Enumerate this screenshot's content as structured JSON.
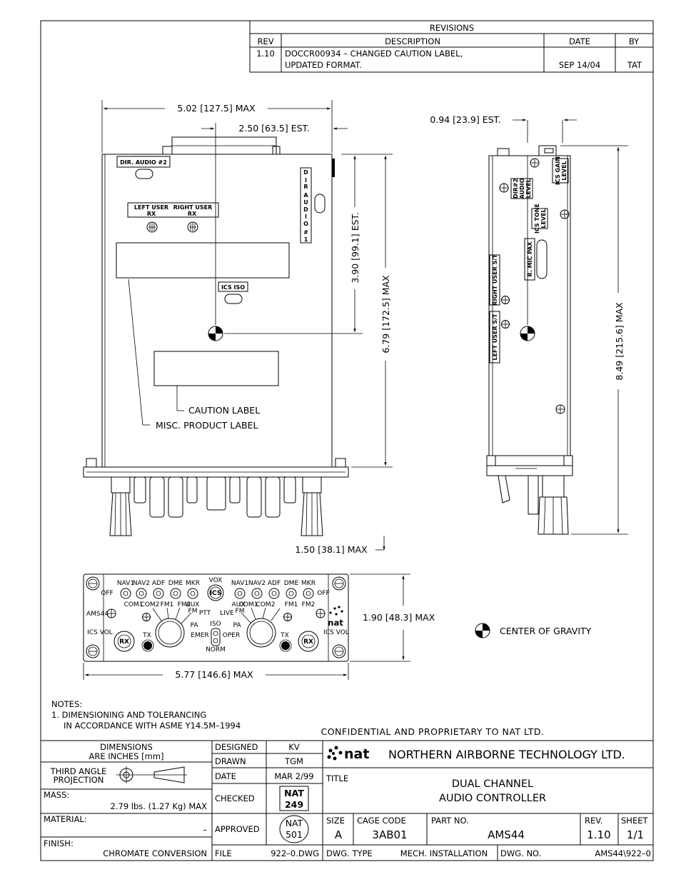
{
  "revisions": {
    "title": "REVISIONS",
    "headers": {
      "rev": "REV",
      "description": "DESCRIPTION",
      "date": "DATE",
      "by": "BY"
    },
    "row": {
      "rev": "1.10",
      "description_1": "DOCCR00934 – CHANGED CAUTION LABEL,",
      "description_2": "UPDATED FORMAT.",
      "date": "SEP 14/04",
      "by": "TAT"
    }
  },
  "dimensions": {
    "width_max": "5.02 [127.5] MAX",
    "cg_offset": "2.50 [63.5] EST.",
    "depth_est": "0.94 [23.9] EST.",
    "cg_height": "3.90 [99.1] EST.",
    "body_height": "6.79 [172.5] MAX",
    "total_height": "8.49 [215.6] MAX",
    "knob_depth": "1.50 [38.1] MAX",
    "panel_height": "1.90 [48.3] MAX",
    "panel_width": "5.77 [146.6] MAX"
  },
  "top_view": {
    "dir_audio_2": "DIR. AUDIO #2",
    "left_user": "LEFT USER",
    "right_user": "RIGHT USER",
    "rx": "RX",
    "dir_audio_1": [
      "D",
      "I",
      "R",
      "A",
      "U",
      "D",
      "I",
      "O",
      "#",
      "1"
    ],
    "ics_iso": "ICS ISO",
    "caution_label": "CAUTION LABEL",
    "misc_label": "MISC. PRODUCT LABEL"
  },
  "side_view": {
    "ics_gain": [
      "ICS GAIN",
      "LEVEL"
    ],
    "dir_audio": [
      "DIR#2",
      "AUDIO",
      "LEVEL"
    ],
    "ics_tone": [
      "ICS TONE",
      "LEVEL"
    ],
    "mic_pax": "R. MIC PAX",
    "right_user_st": "RIGHT USER S/T",
    "left_user_st": "LEFT USER S/T"
  },
  "front_panel": {
    "off": "OFF",
    "top_left": [
      "NAV1",
      "NAV2",
      "ADF",
      "DME",
      "MKR"
    ],
    "bottom_left": [
      "COM1",
      "COM2",
      "FM1",
      "FM2"
    ],
    "aux": "AUX",
    "fm": "FM",
    "vox": "VOX",
    "ics": "ICS",
    "ptt": "PTT",
    "live": "LIVE",
    "ams44": "AMS44",
    "ics_vol": "ICS VOL",
    "tx": "TX",
    "rx": "RX",
    "pa": "PA",
    "iso": "ISO",
    "emer": "EMER",
    "oper": "OPER",
    "norm": "NORM",
    "brand": "nat"
  },
  "legend": {
    "cg": "CENTER OF GRAVITY"
  },
  "notes": {
    "title": "NOTES:",
    "line1": "1. DIMENSIONING AND TOLERANCING",
    "line2": "IN ACCORDANCE WITH ASME Y14.5M–1994"
  },
  "confidential": "CONFIDENTIAL AND PROPRIETARY TO NAT LTD.",
  "title_block": {
    "dims_1": "DIMENSIONS",
    "dims_2": "ARE INCHES [mm]",
    "projection_1": "THIRD ANGLE",
    "projection_2": "PROJECTION",
    "mass_label": "MASS:",
    "mass_value": "2.79 lbs. (1.27 Kg) MAX",
    "material_label": "MATERIAL:",
    "material_value": "–",
    "finish_label": "FINISH:",
    "finish_value": "CHROMATE CONVERSION",
    "designed_label": "DESIGNED",
    "designed_value": "KV",
    "drawn_label": "DRAWN",
    "drawn_value": "TGM",
    "date_label": "DATE",
    "date_value": "MAR 2/99",
    "checked_label": "CHECKED",
    "checked_stamp": [
      "NAT",
      "249"
    ],
    "approved_label": "APPROVED",
    "approved_stamp": [
      "NAT",
      "501"
    ],
    "file_label": "FILE",
    "file_value": "922–0.DWG",
    "company_logo": "nat",
    "company": "NORTHERN AIRBORNE TECHNOLOGY LTD.",
    "title_label": "TITLE",
    "title_1": "DUAL CHANNEL",
    "title_2": "AUDIO CONTROLLER",
    "size_label": "SIZE",
    "size_value": "A",
    "cage_label": "CAGE CODE",
    "cage_value": "3AB01",
    "part_label": "PART NO.",
    "part_value": "AMS44",
    "rev_label": "REV.",
    "rev_value": "1.10",
    "sheet_label": "SHEET",
    "sheet_value": "1/1",
    "dwg_type_label": "DWG. TYPE",
    "dwg_type_value": "MECH. INSTALLATION",
    "dwg_no_label": "DWG. NO.",
    "dwg_no_value": "AMS44\\922–0"
  }
}
